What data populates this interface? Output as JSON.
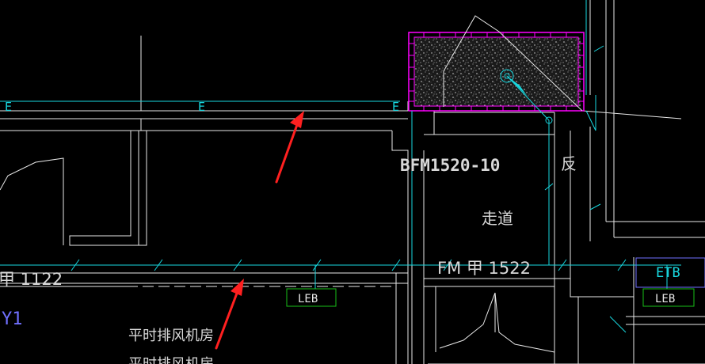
{
  "colors": {
    "background": "#000000",
    "wall": "#e8e8e8",
    "duct": "#18d8e0",
    "hatch_border": "#ff00ff",
    "label_box": "#18c018",
    "marker_arrow": "#ff2020",
    "blue_box": "#7070ff"
  },
  "labels": {
    "duct_e1": "E",
    "duct_e2": "E",
    "duct_e3": "E",
    "door_bfm": "BFM1520-10",
    "fan_side": "反",
    "corridor": "走道",
    "door_fm": "FM 甲 1522",
    "wall_tag": "甲 1122",
    "grid_y1": "Y1",
    "room_name": "平时排风机房",
    "room_name_2": "平时排风机房",
    "leb_1": "LEB",
    "leb_2": "LEB",
    "etb": "ETB"
  }
}
